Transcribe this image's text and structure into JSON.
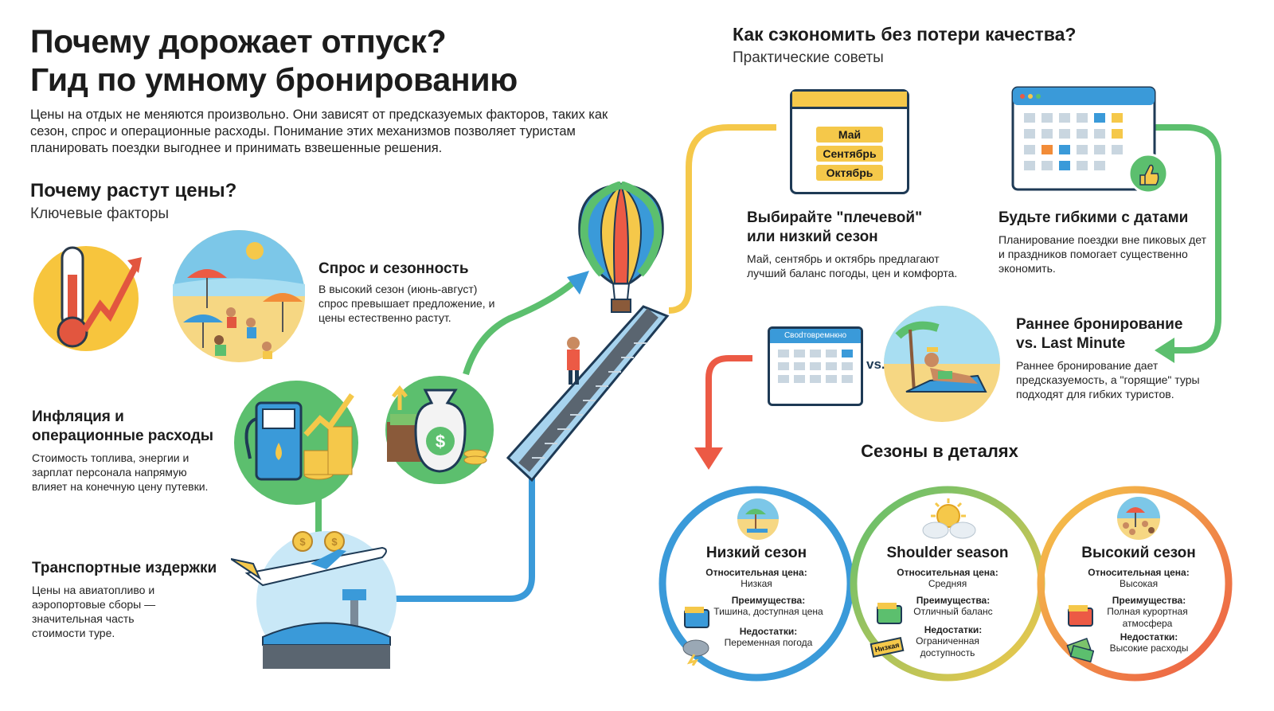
{
  "header": {
    "title_line1": "Почему дорожает отпуск?",
    "title_line2": "Гид по умному бронированию",
    "intro": "Цены на отдых не меняются произвольно. Они зависят от предсказуемых факторов, таких как сезон, спрос и операционные расходы. Понимание этих механизмов позволяет туристам планировать поездки выгоднее и принимать взвешенные решения."
  },
  "left": {
    "heading": "Почему растут цены?",
    "subheading": "Ключевые факторы",
    "factors": [
      {
        "title": "Спрос и сезонность",
        "text": "В высокий сезон (июнь-август) спрос превышает предложение, и цены естественно растут."
      },
      {
        "title": "Инфляция и операционные расходы",
        "text": "Стоимость топлива, энергии и зарплат персонала напрямую влияет на конечную цену путевки."
      },
      {
        "title": "Транспортные издержки",
        "text": "Цены на авиатопливо и аэропортовые сборы — значительная часть стоимости туре."
      }
    ]
  },
  "right": {
    "heading": "Как сэкономить без потери качества?",
    "subheading": "Практические советы",
    "tips": [
      {
        "title": "Выбирайте \"плечевой\" или низкий сезон",
        "text": "Май, сентябрь и октябрь предлагают лучший баланс погоды, цен и комфорта.",
        "months": [
          "Май",
          "Сентябрь",
          "Октябрь"
        ]
      },
      {
        "title": "Будьте гибкими с датами",
        "text": "Планирование поездки вне пиковых дет и праздников помогает существенно экономить."
      },
      {
        "title": "Раннее бронирование vs. Last Minute",
        "text": "Раннее бронирование дает предсказуемость, а \"горящие\" туры подходят для гибких туристов.",
        "calendar_label": "Cвodтoвремнкно",
        "vs_label": "vs."
      }
    ]
  },
  "seasons": {
    "heading": "Сезоны в деталях",
    "price_label": "Относительная цена:",
    "pros_label": "Преимущества:",
    "cons_label": "Недостатки:",
    "items": [
      {
        "name": "Низкий сезон",
        "price": "Низкая",
        "pros": "Тишина, доступная цена",
        "cons": "Переменная погода",
        "color": "#3a9ad9"
      },
      {
        "name": "Shoulder season",
        "price": "Средняя",
        "pros": "Отличный баланс",
        "cons": "Ограниченная доступность",
        "badge": "Низкая",
        "color": "#7cc36b"
      },
      {
        "name": "Высокий сезон",
        "price": "Высокая",
        "pros": "Полная курортная атмосфера",
        "cons": "Высокие расходы",
        "color": "#f2a33a"
      }
    ]
  },
  "colors": {
    "blue": "#3a9ad9",
    "green": "#5cbf6e",
    "yellow": "#f5c84a",
    "orange": "#f28c38",
    "red": "#ec5a45"
  }
}
